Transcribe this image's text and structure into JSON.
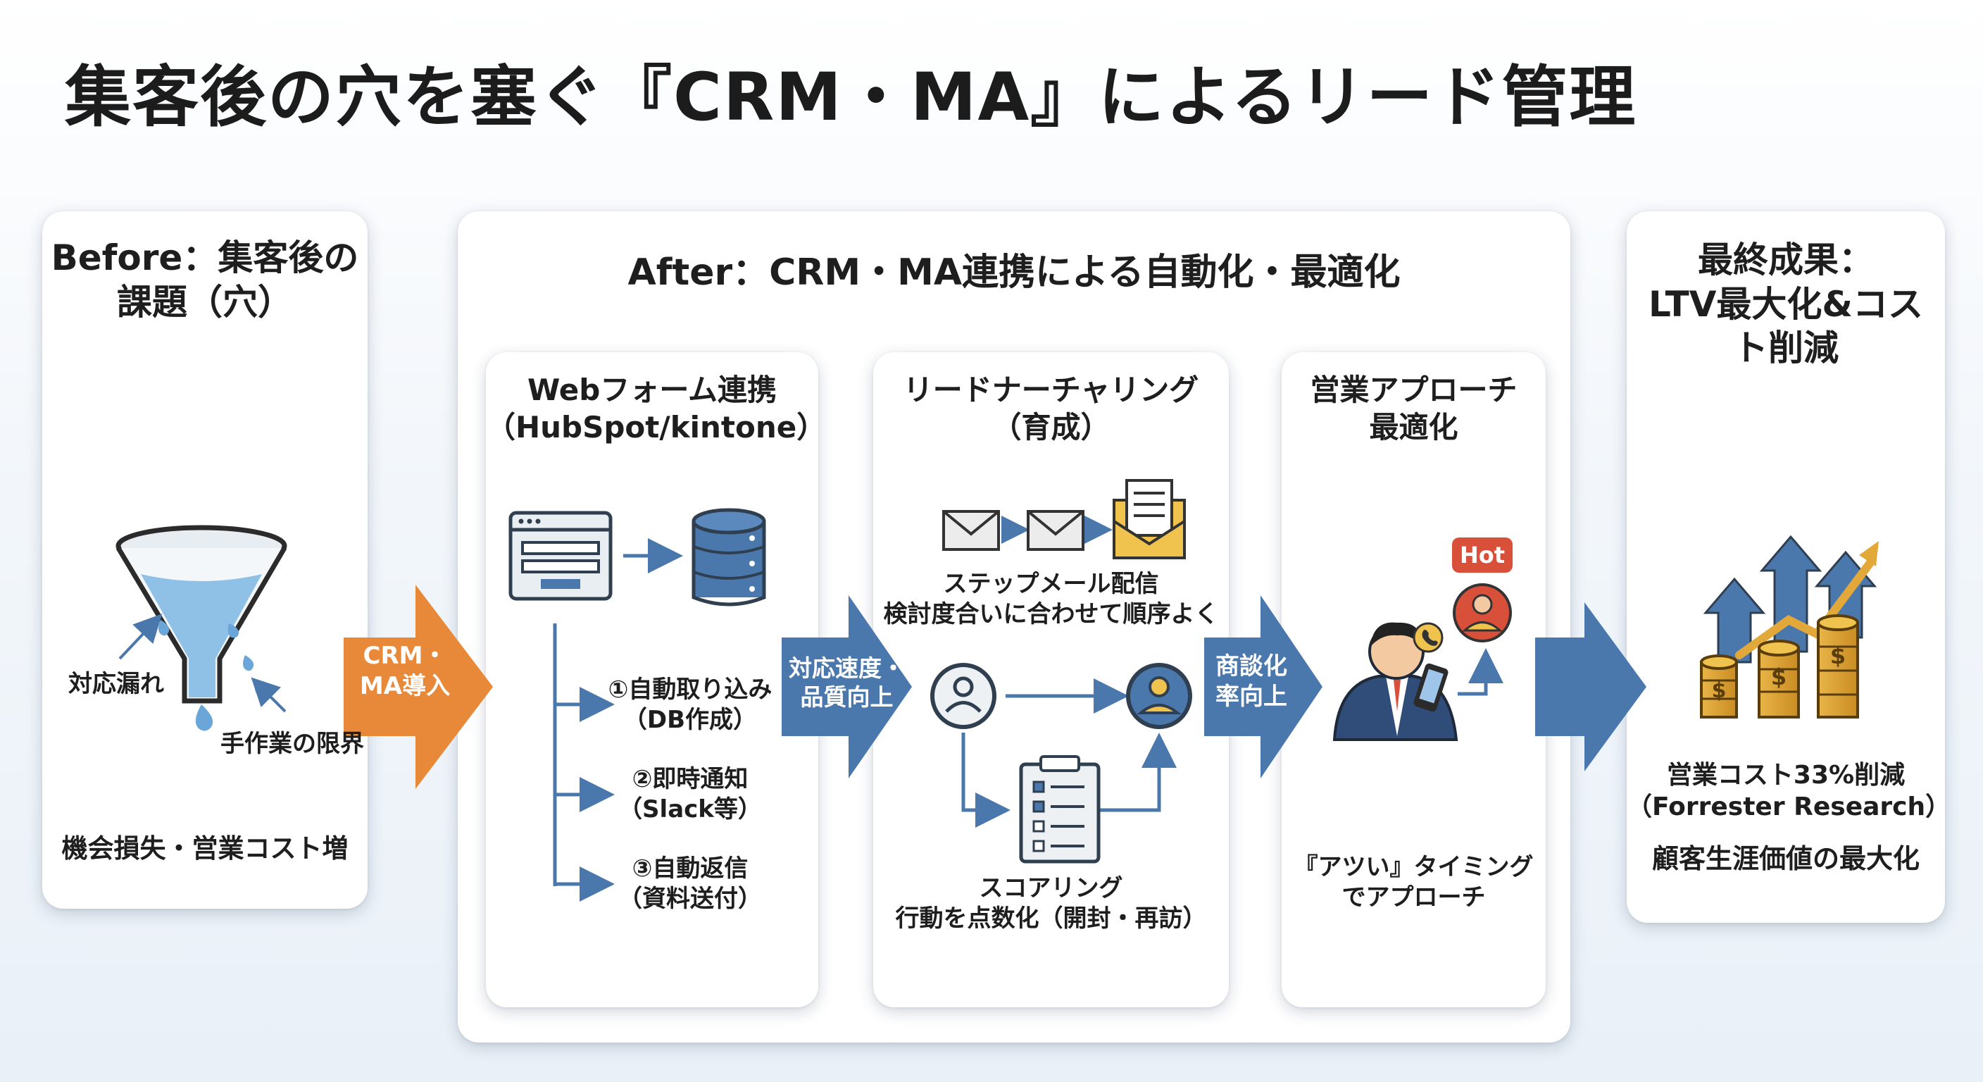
{
  "title": "集客後の穴を塞ぐ『CRM・MA』によるリード管理",
  "before": {
    "heading_line1": "Before：集客後の",
    "heading_line2": "課題（穴）",
    "leak_label": "対応漏れ",
    "manual_label": "手作業の限界",
    "bottom_text": "機会損失・営業コスト増"
  },
  "arrow1": {
    "line1": "CRM・",
    "line2": "MA導入"
  },
  "after": {
    "heading": "After：CRM・MA連携による自動化・最適化",
    "webform": {
      "title_line1": "Webフォーム連携",
      "title_line2": "（HubSpot/kintone）",
      "step1_line1": "①自動取り込み",
      "step1_line2": "（DB作成）",
      "step2_line1": "②即時通知",
      "step2_line2": "（Slack等）",
      "step3_line1": "③自動返信",
      "step3_line2": "（資料送付）"
    },
    "arrow2": {
      "line1": "対応速度・",
      "line2": "品質向上"
    },
    "nurturing": {
      "title_line1": "リードナーチャリング",
      "title_line2": "（育成）",
      "mail_line1": "ステップメール配信",
      "mail_line2": "検討度合いに合わせて順序よく",
      "score_line1": "スコアリング",
      "score_line2": "行動を点数化（開封・再訪）"
    },
    "arrow3": {
      "line1": "商談化",
      "line2": "率向上"
    },
    "sales": {
      "title_line1": "営業アプローチ",
      "title_line2": "最適化",
      "hot_badge": "Hot",
      "timing_line1": "『アツい』タイミング",
      "timing_line2": "でアプローチ"
    }
  },
  "result": {
    "heading_line1": "最終成果：",
    "heading_line2": "LTV最大化&コス",
    "heading_line3": "ト削減",
    "cost_line1": "営業コスト33%削減",
    "cost_line2": "（Forrester Research）",
    "ltv_line": "顧客生涯価値の最大化"
  },
  "colors": {
    "blue": "#4a78ad",
    "orange": "#e8893a",
    "red": "#d9503a",
    "gold": "#e2a93a",
    "water": "#8fc0e6"
  }
}
